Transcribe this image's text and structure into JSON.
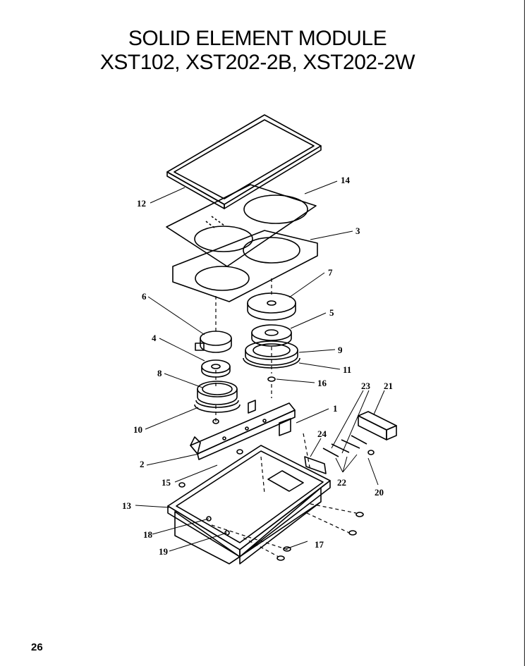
{
  "title": {
    "line1": "SOLID ELEMENT MODULE",
    "line2": "XST102, XST202-2B, XST202-2W"
  },
  "page_number": "26",
  "callouts": {
    "c1": "1",
    "c2": "2",
    "c3": "3",
    "c4": "4",
    "c5": "5",
    "c6": "6",
    "c7": "7",
    "c8": "8",
    "c9": "9",
    "c10": "10",
    "c11": "11",
    "c12": "12",
    "c13": "13",
    "c14": "14",
    "c15": "15",
    "c16": "16",
    "c17": "17",
    "c18": "18",
    "c19": "19",
    "c20": "20",
    "c21": "21",
    "c22": "22",
    "c23": "23",
    "c24": "24"
  }
}
